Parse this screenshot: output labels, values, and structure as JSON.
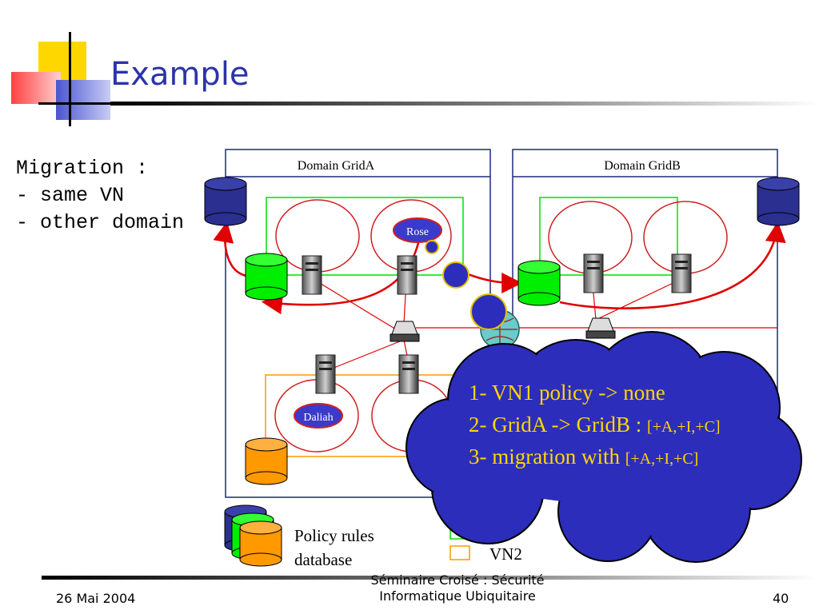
{
  "slide": {
    "title": "Example",
    "bullet_lines": [
      "Migration :",
      "- same VN",
      "- other domain"
    ]
  },
  "diagram": {
    "domains": [
      {
        "label": "Domain GridA"
      },
      {
        "label": "Domain GridB"
      }
    ],
    "nodes": {
      "rose": "Rose",
      "daliah": "Daliah"
    },
    "legend": {
      "db_line1": "Policy rules",
      "db_line2": "database",
      "vn2": "VN2"
    },
    "callout": {
      "line1": "1- VN1 policy -> none",
      "line2_main": "2- GridA -> GridB : ",
      "line2_small": "[+A,+I,+C]",
      "line3_main": "3- migration with ",
      "line3_small": "[+A,+I,+C]"
    },
    "colors": {
      "domain_border": "#1f2a7a",
      "vn1": "#00e000",
      "vn2": "#ff9900",
      "circle_red": "#d02020",
      "cloud_fill": "#2d2dbb",
      "blue_db": "#2b2f8f",
      "green_db": "#00ee00",
      "orange_db": "#ff9900"
    }
  },
  "footer": {
    "date": "26 Mai 2004",
    "center_line1": "Séminaire Croisé : Sécurité",
    "center_line2": "Informatique Ubiquitaire",
    "page": "40"
  }
}
